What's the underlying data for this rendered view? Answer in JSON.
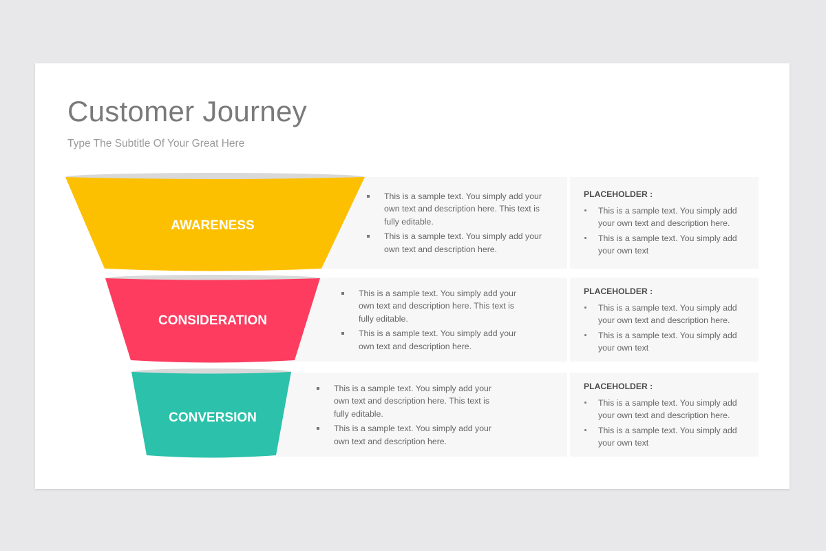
{
  "title": "Customer Journey",
  "subtitle": "Type The Subtitle Of Your Great Here",
  "stages": [
    {
      "label": "AWARENESS",
      "color": "#fdc000",
      "bullets": [
        "This is a sample text. You simply add your own text and description here. This text is fully editable.",
        "This is a sample text. You simply add your own text and description here."
      ],
      "placeholder": {
        "heading": "PLACEHOLDER :",
        "items": [
          "This is a sample text. You simply add your own text and description here.",
          "This is a sample text. You simply add your own text"
        ]
      }
    },
    {
      "label": "CONSIDERATION",
      "color": "#fd3c5f",
      "bullets": [
        "This is a sample text. You simply add your own text and description here. This text is fully editable.",
        "This is a sample text. You simply add your own text and description here."
      ],
      "placeholder": {
        "heading": "PLACEHOLDER :",
        "items": [
          "This is a sample text. You simply add your own text and description here.",
          "This is a sample text. You simply add your own text"
        ]
      }
    },
    {
      "label": "CONVERSION",
      "color": "#2bc1aa",
      "bullets": [
        "This is a sample text. You simply add your own text and description here. This text is fully editable.",
        "This is a sample text. You simply add your own text and description here."
      ],
      "placeholder": {
        "heading": "PLACEHOLDER :",
        "items": [
          "This is a sample text. You simply add your own text and description here.",
          "This is a sample text. You simply add your own text"
        ]
      }
    }
  ]
}
